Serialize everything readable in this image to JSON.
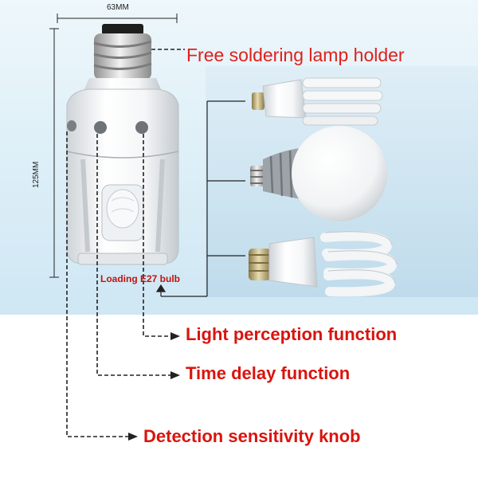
{
  "dimensions": {
    "width_label": "63MM",
    "height_label": "125MM"
  },
  "labels": {
    "free_soldering": "Free soldering lamp holder",
    "loading_e27": "Loading E27 bulb",
    "light_perception": "Light perception function",
    "time_delay": "Time delay function",
    "detection_sensitivity": "Detection sensitivity knob"
  },
  "colors": {
    "accent_red": "#d9140e",
    "background_blue": "#dff0f8"
  }
}
